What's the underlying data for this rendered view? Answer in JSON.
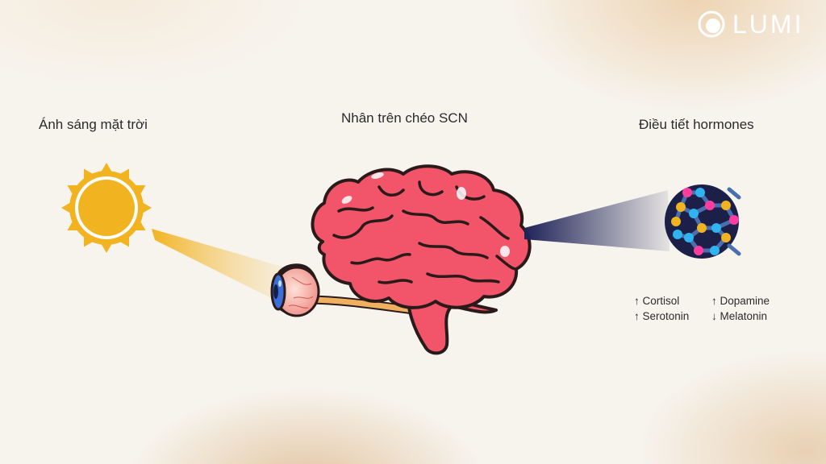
{
  "labels": {
    "sunlight": "Ánh sáng mặt trời",
    "scn": "Nhân trên chéo SCN",
    "hormone_regulation": "Điều tiết hormones"
  },
  "brand": {
    "name": "LUMI",
    "logo_icon": "lumi-logo-icon"
  },
  "hormones": [
    {
      "arrow": "↑",
      "name": "Cortisol"
    },
    {
      "arrow": "↑",
      "name": "Dopamine"
    },
    {
      "arrow": "↑",
      "name": "Serotonin"
    },
    {
      "arrow": "↓",
      "name": "Melatonin"
    }
  ],
  "colors": {
    "sun": "#f2b320",
    "brain": "#f2546a",
    "beam_hormone": "#1f2358",
    "molecule_bg": "#1c1f48"
  }
}
